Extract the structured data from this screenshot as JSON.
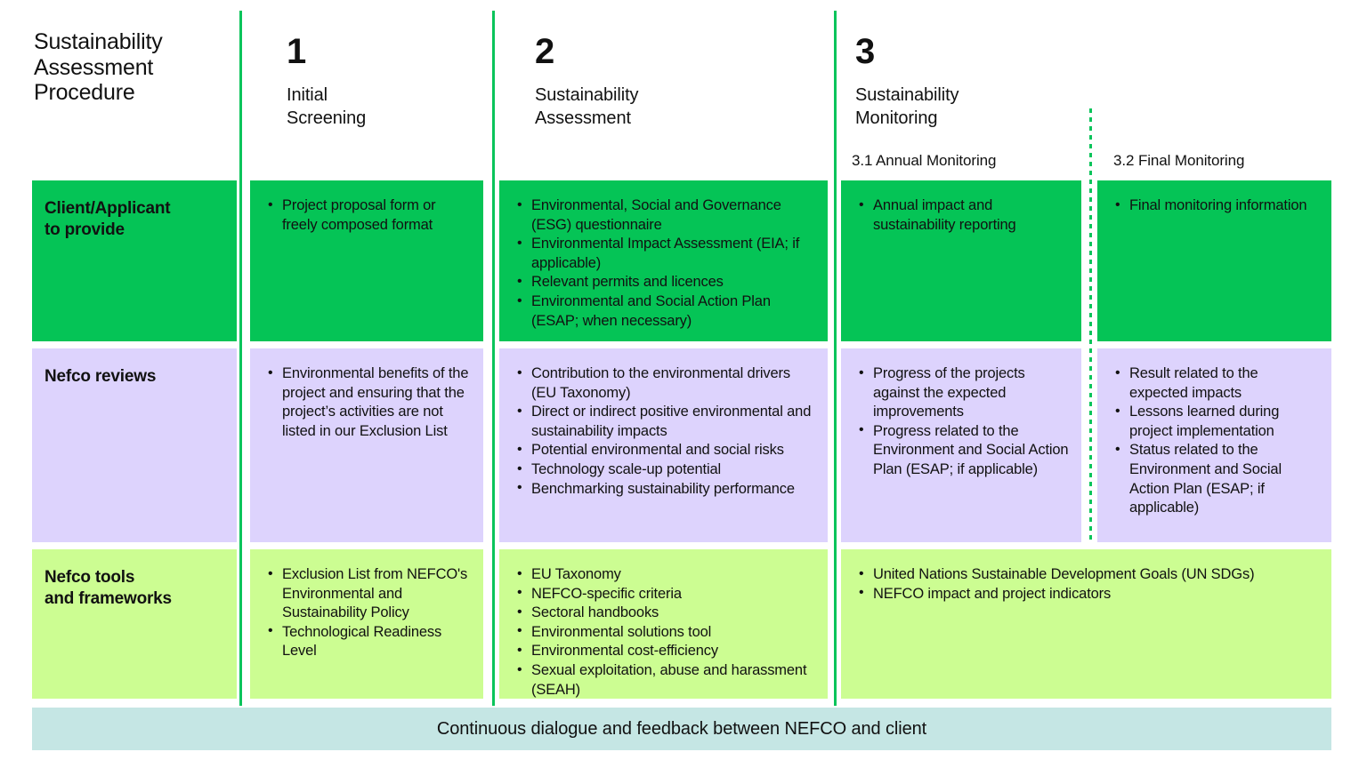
{
  "diagram": {
    "title": "Sustainability\nAssessment\nProcedure",
    "title_line1": "Sustainability",
    "title_line2": "Assessment",
    "title_line3": "Procedure",
    "colors": {
      "accent_green": "#05c456",
      "rule_green": "#0ac45b",
      "purple": "#ddd3fd",
      "lime": "#ccfd92",
      "footer_teal": "#c5e6e4",
      "text": "#111111"
    }
  },
  "stages": [
    {
      "number": "1",
      "name": "Initial\nScreening",
      "name_line1": "Initial",
      "name_line2": "Screening"
    },
    {
      "number": "2",
      "name": "Sustainability\nAssessment",
      "name_line1": "Sustainability",
      "name_line2": "Assessment"
    },
    {
      "number": "3",
      "name": "Sustainability\nMonitoring",
      "name_line1": "Sustainability",
      "name_line2": "Monitoring"
    }
  ],
  "substages": [
    {
      "label": "3.1 Annual Monitoring"
    },
    {
      "label": "3.2 Final Monitoring"
    }
  ],
  "rows": [
    {
      "key": "client",
      "label": "Client/Applicant\nto provide",
      "label_line1": "Client/Applicant",
      "label_line2": "to provide",
      "color": "#05c456",
      "cells": {
        "stage1": [
          "Project proposal form or freely composed format"
        ],
        "stage2": [
          "Environmental, Social and Governance (ESG) questionnaire",
          "Environmental Impact Assessment (EIA; if applicable)",
          "Relevant permits and licences",
          "Environmental and Social Action Plan (ESAP; when necessary)"
        ],
        "stage31": [
          "Annual impact and sustainability reporting"
        ],
        "stage32": [
          "Final monitoring information"
        ]
      }
    },
    {
      "key": "reviews",
      "label": "Nefco reviews",
      "label_line1": "Nefco reviews",
      "label_line2": "",
      "color": "#ddd3fd",
      "cells": {
        "stage1": [
          "Environmental benefits of the project and ensuring that the project’s activities are not listed in our Exclusion List"
        ],
        "stage2": [
          "Contribution to the environmental drivers (EU Taxonomy)",
          "Direct or indirect positive environmental and sustainability impacts",
          "Potential environmental and social risks",
          "Technology scale-up potential",
          "Benchmarking sustainability performance"
        ],
        "stage31": [
          "Progress of the projects against the expected improvements",
          "Progress related to the Environment and Social Action Plan (ESAP; if applicable)"
        ],
        "stage32": [
          "Result related to the expected impacts",
          "Lessons learned during project implementation",
          "Status related to the Environment and Social Action Plan (ESAP; if applicable)"
        ]
      }
    },
    {
      "key": "tools",
      "label": "Nefco tools\nand frameworks",
      "label_line1": "Nefco tools",
      "label_line2": "and frameworks",
      "color": "#ccfd92",
      "cells": {
        "stage1": [
          "Exclusion List from NEFCO's Environmental and Sustainability Policy",
          "Technological Readiness Level"
        ],
        "stage2": [
          "EU Taxonomy",
          "NEFCO-specific criteria",
          "Sectoral handbooks",
          "Environmental solutions tool",
          "Environmental cost-efficiency",
          "Sexual exploitation, abuse and harassment (SEAH)"
        ],
        "stage3_merged": [
          "United Nations Sustainable Development Goals (UN SDGs)",
          "NEFCO impact and project indicators"
        ]
      }
    }
  ],
  "footer": {
    "text": "Continuous dialogue and feedback between NEFCO and client"
  }
}
